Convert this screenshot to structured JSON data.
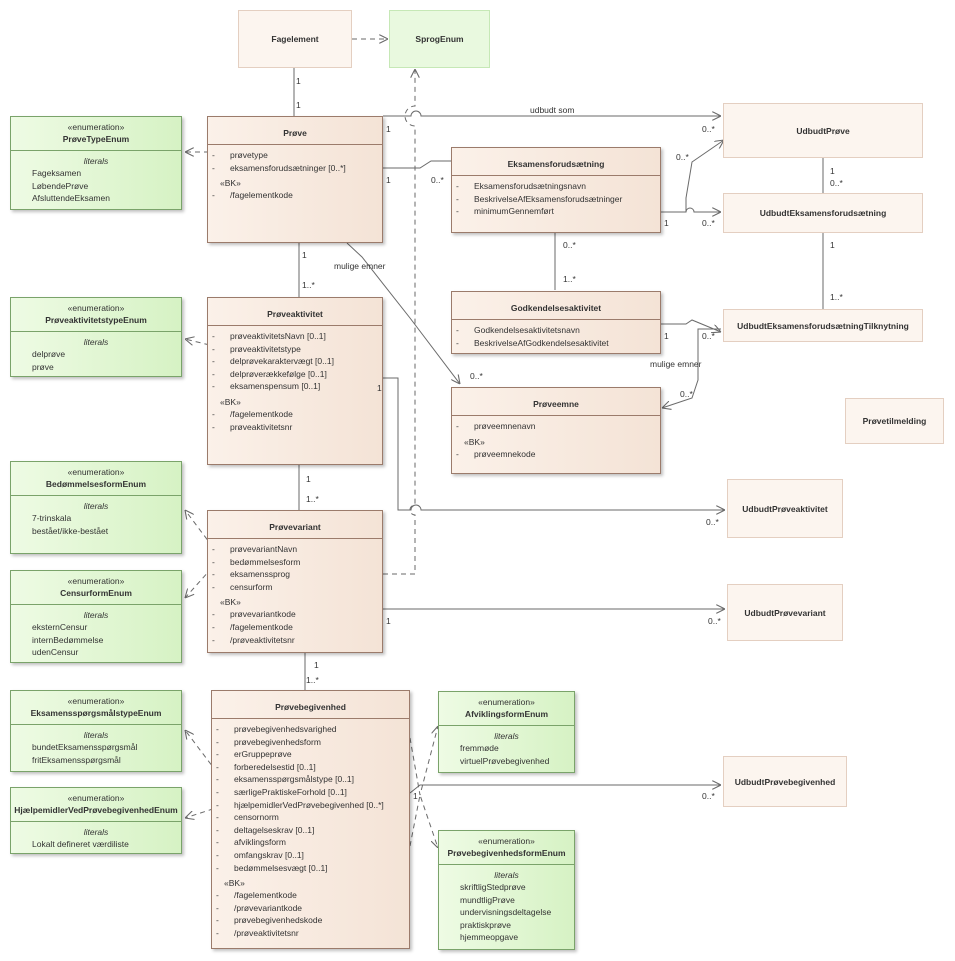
{
  "classes": {
    "fagelement": {
      "name": "Fagelement"
    },
    "sprogenum": {
      "name": "SprogEnum"
    },
    "prove": {
      "name": "Prøve",
      "attrs": [
        "prøvetype",
        "eksamensforudsætninger [0..*]"
      ],
      "bk_label": "«BK»",
      "bk_attrs": [
        "/fagelementkode"
      ]
    },
    "eksamensforudsaetning": {
      "name": "Eksamensforudsætning",
      "attrs": [
        "Eksamensforudsætningsnavn",
        "BeskrivelseAfEksamensforudsætninger",
        "minimumGennemført"
      ]
    },
    "godkendelsesaktivitet": {
      "name": "Godkendelsesaktivitet",
      "attrs": [
        "Godkendelsesaktivitetsnavn",
        "BeskrivelseAfGodkendelsesaktivitet"
      ]
    },
    "proveemne": {
      "name": "Prøveemne",
      "attrs": [
        "prøveemnenavn"
      ],
      "bk_label": "«BK»",
      "bk_attrs": [
        "prøveemnekode"
      ]
    },
    "proveaktivitet": {
      "name": "Prøveaktivitet",
      "attrs": [
        "prøveaktivitetsNavn [0..1]",
        "prøveaktivitetstype",
        "delprøvekaraktervægt [0..1]",
        "delprøverækkefølge [0..1]",
        "eksamenspensum [0..1]"
      ],
      "bk_label": "«BK»",
      "bk_attrs": [
        "/fagelementkode",
        "prøveaktivitetsnr"
      ]
    },
    "provevariant": {
      "name": "Prøvevariant",
      "attrs": [
        "prøvevariantNavn",
        "bedømmelsesform",
        "eksamenssprog",
        "censurform"
      ],
      "bk_label": "«BK»",
      "bk_attrs": [
        "prøvevariantkode",
        "/fagelementkode",
        "/prøveaktivitetsnr"
      ]
    },
    "provebegivenhed": {
      "name": "Prøvebegivenhed",
      "attrs": [
        "prøvebegivenhedsvarighed",
        "prøvebegivenhedsform",
        "erGruppeprøve",
        "forberedelsestid [0..1]",
        "eksamensspørgsmålstype [0..1]",
        "særligePraktiskeForhold [0..1]",
        "hjælpemidlerVedPrøvebegivenhed [0..*]",
        "censornorm",
        "deltagelseskrav [0..1]",
        "afviklingsform",
        "omfangskrav [0..1]",
        "bedømmelsesvægt [0..1]"
      ],
      "bk_label": "«BK»",
      "bk_attrs": [
        "/fagelementkode",
        "/prøvevariantkode",
        "prøvebegivenhedskode",
        "/prøveaktivitetsnr"
      ]
    },
    "udbudtprove": {
      "name": "UdbudtPrøve"
    },
    "udbudteksamensforudsaetning": {
      "name": "UdbudtEksamensforudsætning"
    },
    "udbudteksamensforudsaetningtilknytning": {
      "name": "UdbudtEksamensforudsætningTilknytning"
    },
    "provetilmelding": {
      "name": "Prøvetilmelding"
    },
    "udbudtproveaktivitet": {
      "name": "UdbudtPrøveaktivitet"
    },
    "udbudtprovevariant": {
      "name": "UdbudtPrøvevariant"
    },
    "udbudtprovebegivenhed": {
      "name": "UdbudtPrøvebegivenhed"
    }
  },
  "enums": {
    "provetypeenum": {
      "stereotype": "«enumeration»",
      "name": "PrøveTypeEnum",
      "literals_label": "literals",
      "literals": [
        "Fageksamen",
        "LøbendePrøve",
        "AfsluttendeEksamen"
      ]
    },
    "proveaktivitetstypeenum": {
      "stereotype": "«enumeration»",
      "name": "PrøveaktivitetstypeEnum",
      "literals_label": "literals",
      "literals": [
        "delprøve",
        "prøve"
      ]
    },
    "bedommelsesformenum": {
      "stereotype": "«enumeration»",
      "name": "BedømmelsesformEnum",
      "literals_label": "literals",
      "literals": [
        "7-trinskala",
        "bestået/ikke-bestået"
      ]
    },
    "censurformenum": {
      "stereotype": "«enumeration»",
      "name": "CensurformEnum",
      "literals_label": "literals",
      "literals": [
        "eksternCensur",
        "internBedømmelse",
        "udenCensur"
      ]
    },
    "eksamensspoergsmaalstypeenum": {
      "stereotype": "«enumeration»",
      "name": "EksamensspørgsmålstypeEnum",
      "literals_label": "literals",
      "literals": [
        "bundetEksamensspørgsmål",
        "fritEksamensspørgsmål"
      ]
    },
    "hjaelpemidlerenum": {
      "stereotype": "«enumeration»",
      "name": "HjælpemidlerVedPrøvebegivenhedEnum",
      "literals_label": "literals",
      "literals": [
        "Lokalt defineret værdiliste"
      ]
    },
    "afviklingsformenum": {
      "stereotype": "«enumeration»",
      "name": "AfviklingsformEnum",
      "literals_label": "literals",
      "literals": [
        "fremmøde",
        "virtuelPrøvebegivenhed"
      ]
    },
    "provebegivenhedsformenum": {
      "stereotype": "«enumeration»",
      "name": "PrøvebegivenhedsformEnum",
      "literals_label": "literals",
      "literals": [
        "skriftligStedprøve",
        "mundtligPrøve",
        "undervisningsdeltagelse",
        "praktiskprøve",
        "hjemmeopgave"
      ]
    }
  },
  "visibility": "-",
  "labels": {
    "fag_one_a": "1",
    "fag_one_b": "1",
    "udbudt_som": "udbudt som",
    "prove_udb_1": "1",
    "prove_udb_many": "0..*",
    "prove_eks_1": "1",
    "prove_eks_many": "0..*",
    "eks_udbudtprove_many": "0..*",
    "eks_udbeks_1": "1",
    "eks_udbeks_many": "0..*",
    "udbprove_udbeks_1": "1",
    "udbprove_udbeks_many": "0..*",
    "udbeks_tilk_1": "1",
    "udbeks_tilk_many": "1..*",
    "eks_godk_many_a": "0..*",
    "eks_godk_many_b": "1..*",
    "godk_tilk_1": "1",
    "godk_tilk_many": "0..*",
    "mulige_emner_a": "mulige emner",
    "mulige_emner_b": "mulige emner",
    "emne_many_a": "0..*",
    "emne_many_b": "0..*",
    "prove_akt_1": "1",
    "prove_akt_many": "1..*",
    "akt_udbakt_1": "1",
    "akt_udbakt_many": "0..*",
    "akt_var_1": "1",
    "akt_var_many": "1..*",
    "var_udbvar_1": "1",
    "var_udbvar_many": "0..*",
    "var_beg_1": "1",
    "var_beg_many": "1..*",
    "beg_udbbeg_1": "1",
    "beg_udbbeg_many": "0..*"
  }
}
